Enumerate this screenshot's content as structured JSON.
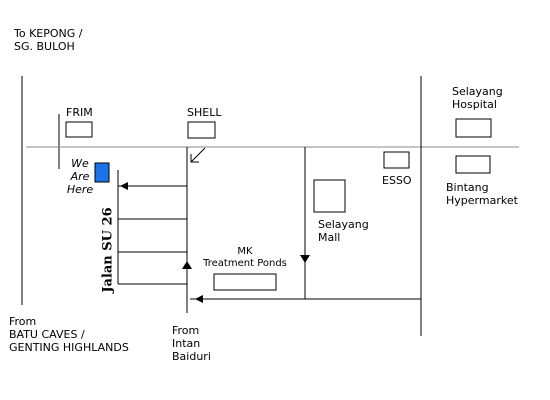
{
  "map": {
    "landmarks": {
      "to_kepong": [
        "To KEPONG /",
        "SG. BULOH"
      ],
      "frim": "FRIM",
      "shell": "SHELL",
      "selayang_hospital": [
        "Selayang",
        "Hospital"
      ],
      "esso": "ESSO",
      "bintang_hypermarket": [
        "Bintang",
        "Hypermarket"
      ],
      "we_are_here": [
        "We",
        "Are",
        "Here"
      ],
      "jalan_su26": "Jalan SU 26",
      "selayang_mall": [
        "Selayang",
        "Mall"
      ],
      "mk_treatment_ponds": [
        "MK",
        "Treatment Ponds"
      ],
      "from_batu_caves": [
        "From",
        "BATU CAVES /",
        "GENTING HIGHLANDS"
      ],
      "from_intan_baiduri": [
        "From",
        "Intan",
        "Baiduri"
      ]
    },
    "colors": {
      "road": "#000000",
      "road_light": "#888888",
      "location_marker": "#1a73e8",
      "background": "#ffffff"
    }
  }
}
